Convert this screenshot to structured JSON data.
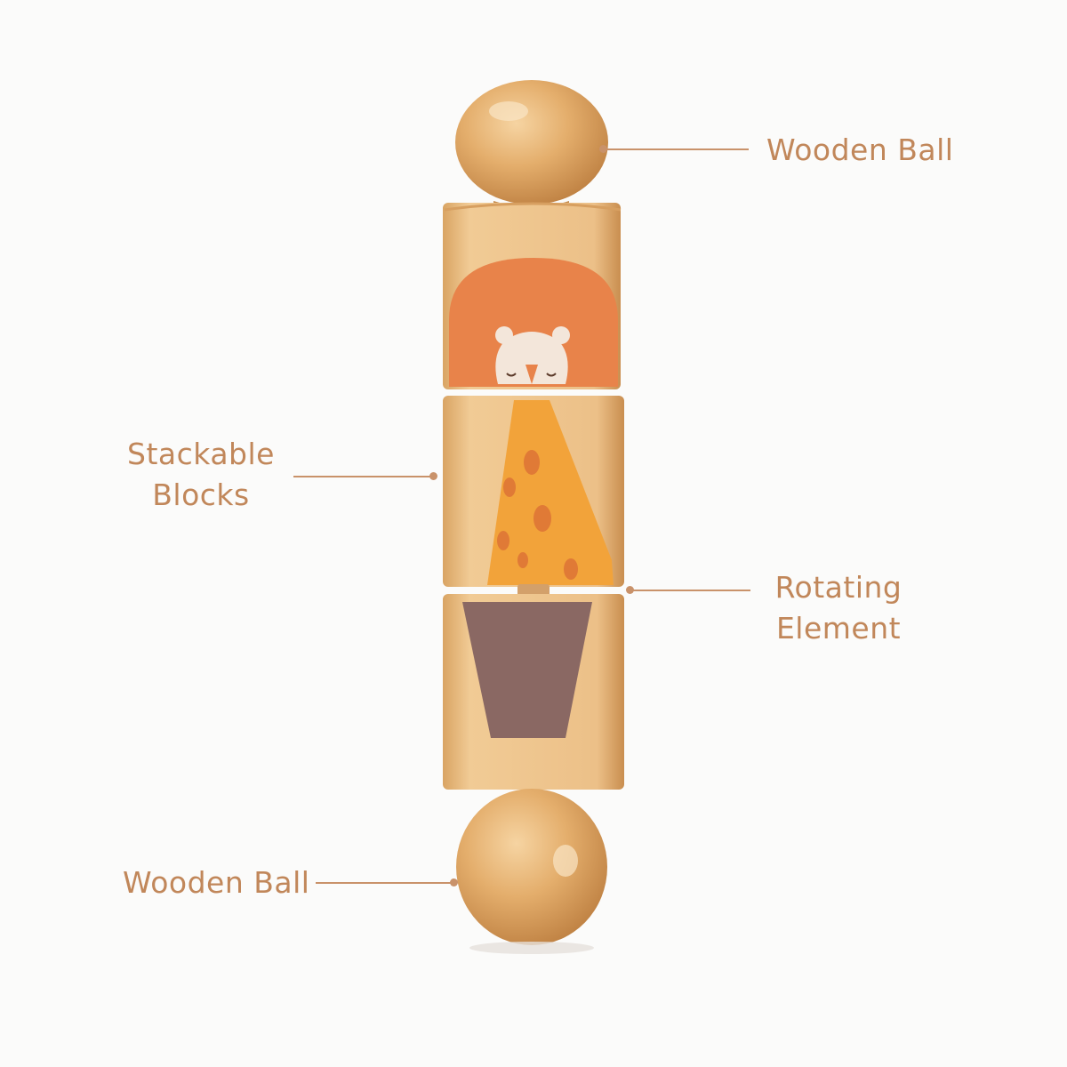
{
  "labels": {
    "top_ball": "Wooden Ball",
    "blocks_line1": "Stackable",
    "blocks_line2": "Blocks",
    "rotating_line1": "Rotating",
    "rotating_line2": "Element",
    "bottom_ball": "Wooden Ball"
  },
  "colors": {
    "background": "#fbfbfa",
    "label_text": "#c1875a",
    "wood": "#e8b77a",
    "lion_mane": "#e8834a",
    "giraffe": "#f2a33a",
    "trunk": "#8a6863"
  },
  "illustrations": [
    "lion",
    "giraffe-neck",
    "tree-trunk"
  ]
}
